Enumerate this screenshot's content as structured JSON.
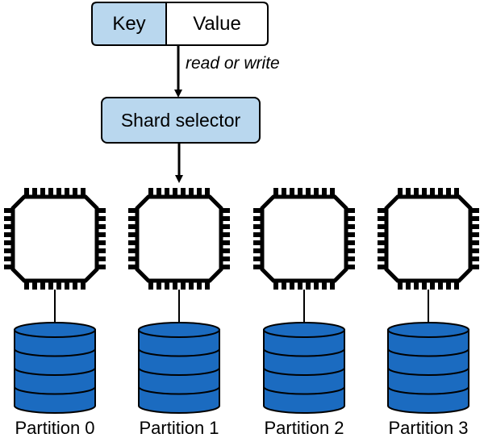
{
  "record": {
    "key_label": "Key",
    "value_label": "Value"
  },
  "operation_label": "read or write",
  "shard_selector": {
    "label": "Shard selector"
  },
  "colors": {
    "accent_box": "#b9d7ee",
    "disk_blue": "#1b6bc0",
    "disk_stroke": "#000000",
    "chip_stroke": "#000000"
  },
  "partitions": [
    {
      "label": "Partition 0"
    },
    {
      "label": "Partition 1"
    },
    {
      "label": "Partition 2"
    },
    {
      "label": "Partition 3"
    }
  ],
  "icons": {
    "node": "processor-chip-icon",
    "storage": "database-icon"
  }
}
